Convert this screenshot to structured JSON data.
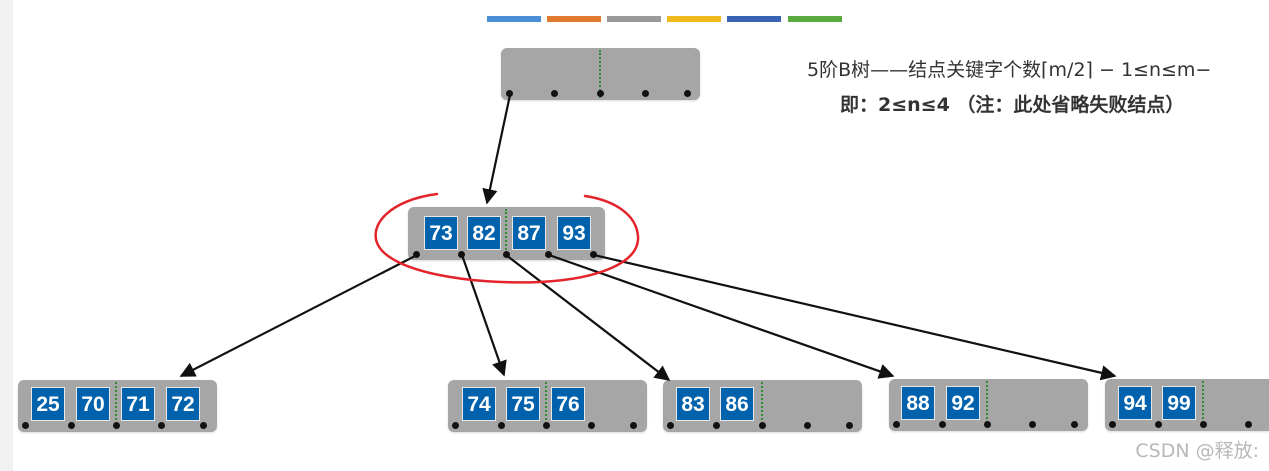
{
  "legend_colors": [
    "#4a90d9",
    "#e07a2e",
    "#9a9a9a",
    "#f2b91c",
    "#3b63b5",
    "#5aab3f"
  ],
  "title": {
    "line1": "5阶B树——结点关键字个数⌈m/2⌉ − 1≤n≤m−",
    "line2": "即：2≤n≤4 （注：此处省略失败结点）"
  },
  "tree": {
    "root": {
      "keys": []
    },
    "level1": {
      "keys": [
        "73",
        "82",
        "87",
        "93"
      ],
      "highlighted": true,
      "highlight_color": "#e3242b"
    },
    "leaves": [
      {
        "keys": [
          "25",
          "70",
          "71",
          "72"
        ]
      },
      {
        "keys": [
          "74",
          "75",
          "76"
        ]
      },
      {
        "keys": [
          "83",
          "86"
        ]
      },
      {
        "keys": [
          "88",
          "92"
        ]
      },
      {
        "keys": [
          "94",
          "99"
        ]
      }
    ]
  },
  "watermark": "CSDN @释放:"
}
